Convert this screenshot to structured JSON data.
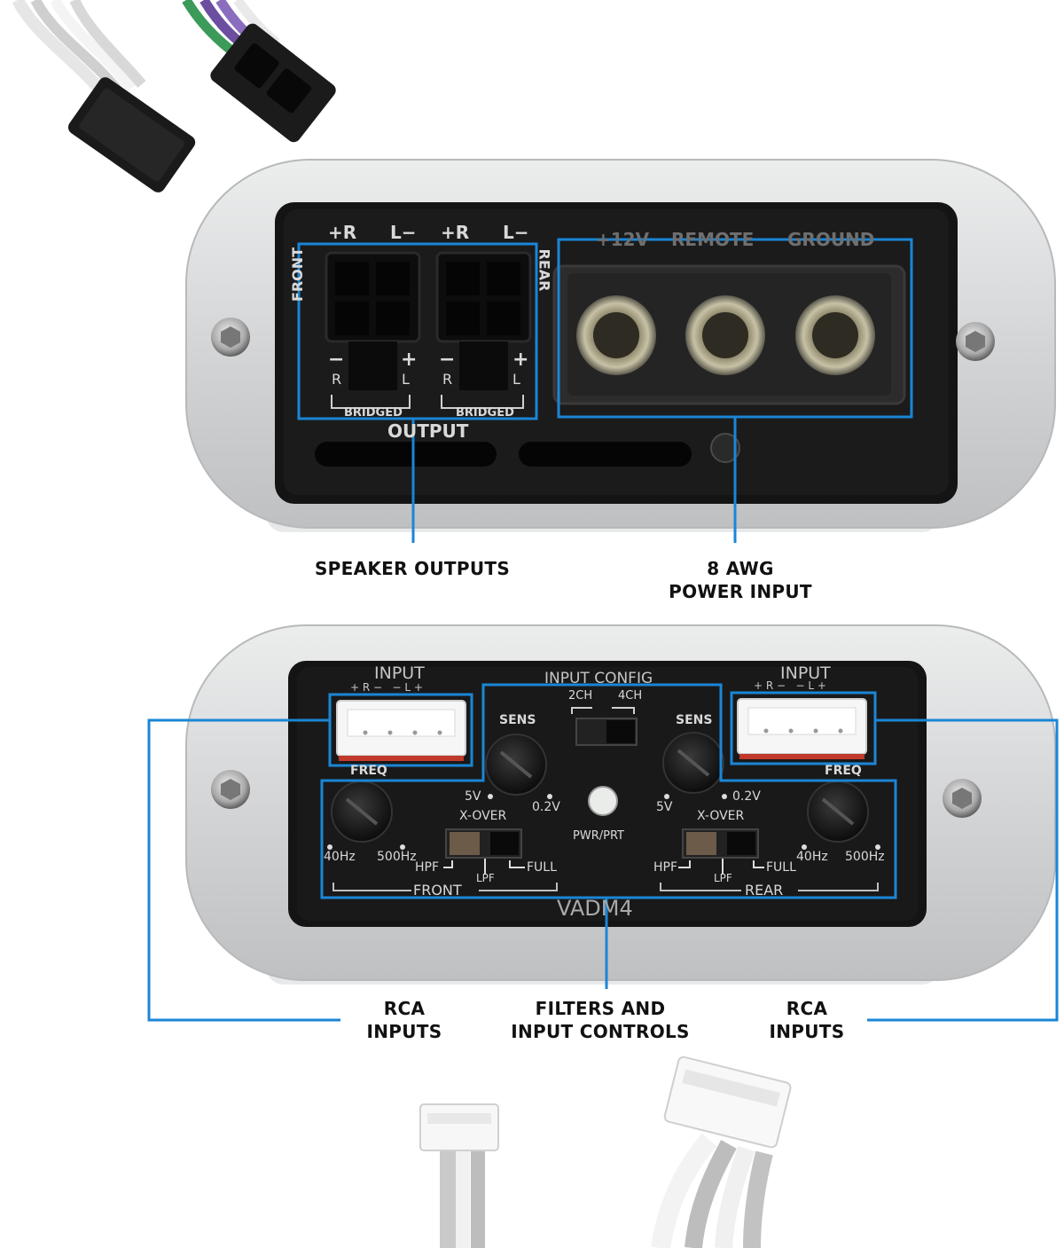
{
  "top_panel": {
    "output_labels": {
      "plus_r_1": "+R",
      "l_minus_1": "L−",
      "plus_r_2": "+R",
      "l_minus_2": "L−",
      "front": "FRONT",
      "rear": "REAR",
      "bridged_1": "BRIDGED",
      "bridged_2": "BRIDGED",
      "minus_1": "−",
      "plus_1": "+",
      "r_1": "R",
      "l_1": "L",
      "minus_2": "−",
      "plus_2": "+",
      "r_2": "R",
      "l_2": "L",
      "output": "OUTPUT"
    },
    "power_labels": {
      "plus_12v": "+12V",
      "remote": "REMOTE",
      "ground": "GROUND"
    }
  },
  "bottom_panel": {
    "input_left": "INPUT",
    "input_left_pins": "+ R −   − L +",
    "input_right": "INPUT",
    "input_right_pins": "+ R −   − L +",
    "input_config": "INPUT CONFIG",
    "ch2": "2CH",
    "ch4": "4CH",
    "sens_left": "SENS",
    "sens_right": "SENS",
    "freq_left": "FREQ",
    "freq_right": "FREQ",
    "v5_left": "5V",
    "v02_left": "0.2V",
    "v5_right": "5V",
    "v02_right": "0.2V",
    "xover_left": "X-OVER",
    "xover_right": "X-OVER",
    "hz40_left": "40Hz",
    "hz500_left": "500Hz",
    "hz40_right": "40Hz",
    "hz500_right": "500Hz",
    "hpf_left": "HPF",
    "lpf_left": "LPF",
    "full_left": "FULL",
    "hpf_right": "HPF",
    "lpf_right": "LPF",
    "full_right": "FULL",
    "pwr_prt": "PWR/PRT",
    "front": "FRONT",
    "rear": "REAR",
    "model": "VADM4"
  },
  "callouts": {
    "speaker_outputs": "SPEAKER OUTPUTS",
    "power_input_line1": "8 AWG",
    "power_input_line2": "POWER INPUT",
    "rca_left_line1": "RCA",
    "rca_left_line2": "INPUTS",
    "filters_line1": "FILTERS AND",
    "filters_line2": "INPUT CONTROLS",
    "rca_right_line1": "RCA",
    "rca_right_line2": "INPUTS"
  },
  "colors": {
    "callout_blue": "#1a86d6",
    "housing_silver": "#d8d9db",
    "panel_black": "#141414"
  }
}
